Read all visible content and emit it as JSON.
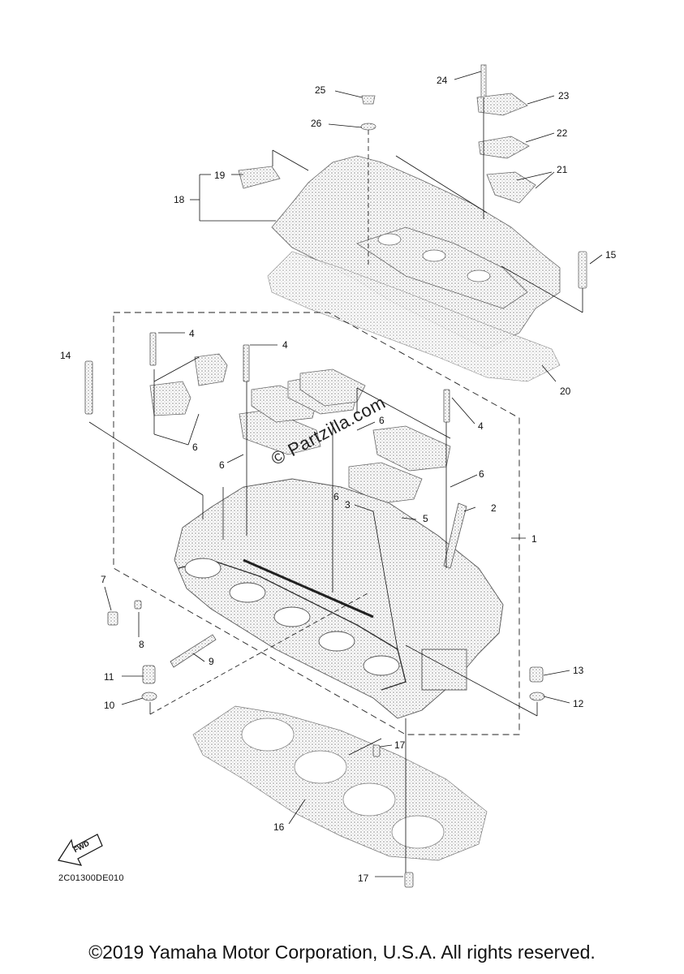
{
  "diagram": {
    "callouts": [
      {
        "id": "c1",
        "text": "1"
      },
      {
        "id": "c2",
        "text": "2"
      },
      {
        "id": "c3",
        "text": "3"
      },
      {
        "id": "c4a",
        "text": "4"
      },
      {
        "id": "c4b",
        "text": "4"
      },
      {
        "id": "c4c",
        "text": "4"
      },
      {
        "id": "c5",
        "text": "5"
      },
      {
        "id": "c6a",
        "text": "6"
      },
      {
        "id": "c6b",
        "text": "6"
      },
      {
        "id": "c6c",
        "text": "6"
      },
      {
        "id": "c6d",
        "text": "6"
      },
      {
        "id": "c6e",
        "text": "6"
      },
      {
        "id": "c7",
        "text": "7"
      },
      {
        "id": "c8",
        "text": "8"
      },
      {
        "id": "c9",
        "text": "9"
      },
      {
        "id": "c10",
        "text": "10"
      },
      {
        "id": "c11",
        "text": "11"
      },
      {
        "id": "c12",
        "text": "12"
      },
      {
        "id": "c13",
        "text": "13"
      },
      {
        "id": "c14",
        "text": "14"
      },
      {
        "id": "c15",
        "text": "15"
      },
      {
        "id": "c16",
        "text": "16"
      },
      {
        "id": "c17a",
        "text": "17"
      },
      {
        "id": "c17b",
        "text": "17"
      },
      {
        "id": "c18",
        "text": "18"
      },
      {
        "id": "c19",
        "text": "19"
      },
      {
        "id": "c20",
        "text": "20"
      },
      {
        "id": "c21",
        "text": "21"
      },
      {
        "id": "c22",
        "text": "22"
      },
      {
        "id": "c23",
        "text": "23"
      },
      {
        "id": "c24",
        "text": "24"
      },
      {
        "id": "c25",
        "text": "25"
      },
      {
        "id": "c26",
        "text": "26"
      }
    ],
    "diagram_code": "2C01300DE010",
    "fwd_label": "FWD",
    "watermark": "© Partzilla.com",
    "copyright": "©2019 Yamaha Motor Corporation, U.S.A. All rights reserved."
  }
}
